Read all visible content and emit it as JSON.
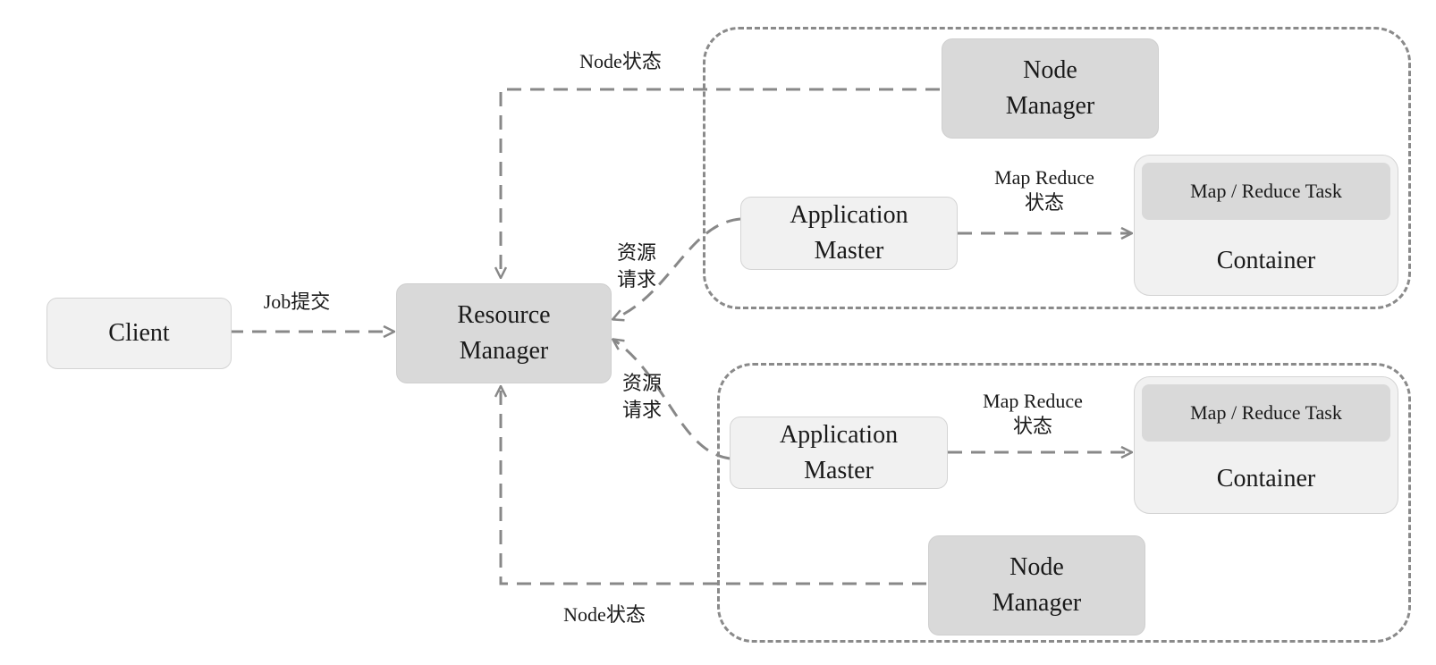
{
  "nodes": {
    "client": "Client",
    "resource_manager": [
      "Resource",
      "Manager"
    ],
    "node_manager_top": [
      "Node",
      "Manager"
    ],
    "node_manager_bottom": [
      "Node",
      "Manager"
    ],
    "app_master_top": [
      "Application",
      "Master"
    ],
    "app_master_bottom": [
      "Application",
      "Master"
    ],
    "task_top": "Map / Reduce Task",
    "task_bottom": "Map / Reduce Task",
    "container_top": "Container",
    "container_bottom": "Container"
  },
  "labels": {
    "job_submit": "Job提交",
    "node_status_top": "Node状态",
    "node_status_bottom": "Node状态",
    "resource_request_top": [
      "资源",
      "请求"
    ],
    "resource_request_bottom": [
      "资源",
      "请求"
    ],
    "mr_status_top": [
      "Map Reduce",
      "状态"
    ],
    "mr_status_bottom": [
      "Map Reduce",
      "状态"
    ]
  },
  "colors": {
    "line": "#888888",
    "light_box": "#f1f1f1",
    "dark_box": "#d9d9d9"
  }
}
